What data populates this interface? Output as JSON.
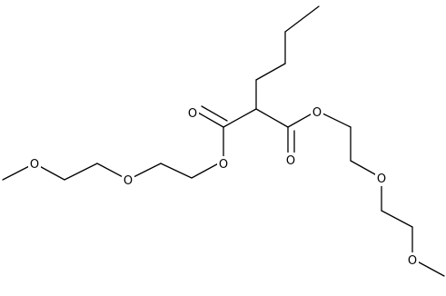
{
  "molecule": {
    "atom_labels": {
      "o_carbonyl_left": "O",
      "o_ester_left": "O",
      "o_ether_left_inner": "O",
      "o_methoxy_left": "O",
      "o_carbonyl_right": "O",
      "o_ester_right": "O",
      "o_ether_right_inner": "O",
      "o_methoxy_right": "O"
    }
  },
  "colors": {
    "bond": "#000000",
    "text": "#000000",
    "background": "#ffffff"
  }
}
